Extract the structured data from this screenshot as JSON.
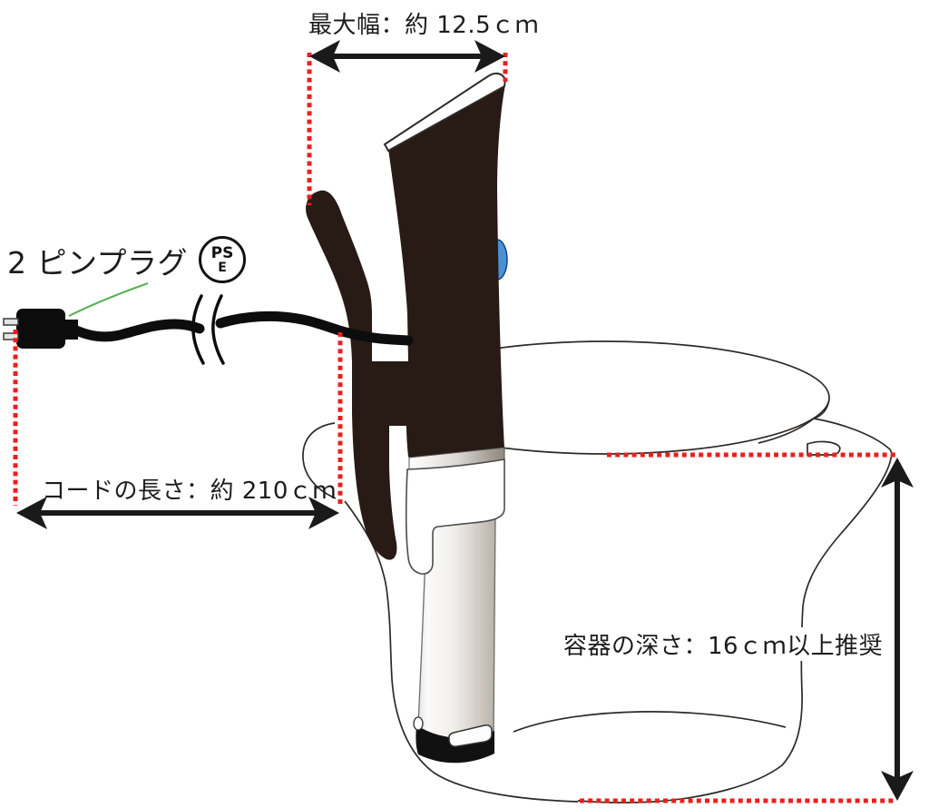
{
  "labels": {
    "max_width": "最大幅：約 12.5ｃｍ",
    "plug": "2 ピンプラグ",
    "cord_length": "コードの長さ：約 210ｃｍ",
    "container_depth": "容器の深さ：16ｃｍ以上推奨"
  },
  "pse_mark": {
    "line1": "PS",
    "line2": "E"
  },
  "colors": {
    "measure_red": "#e8211d",
    "leader_green": "#55b155",
    "device_dark": "#281a15",
    "button_blue": "#4a90d6",
    "outline": "#2e2a27"
  }
}
